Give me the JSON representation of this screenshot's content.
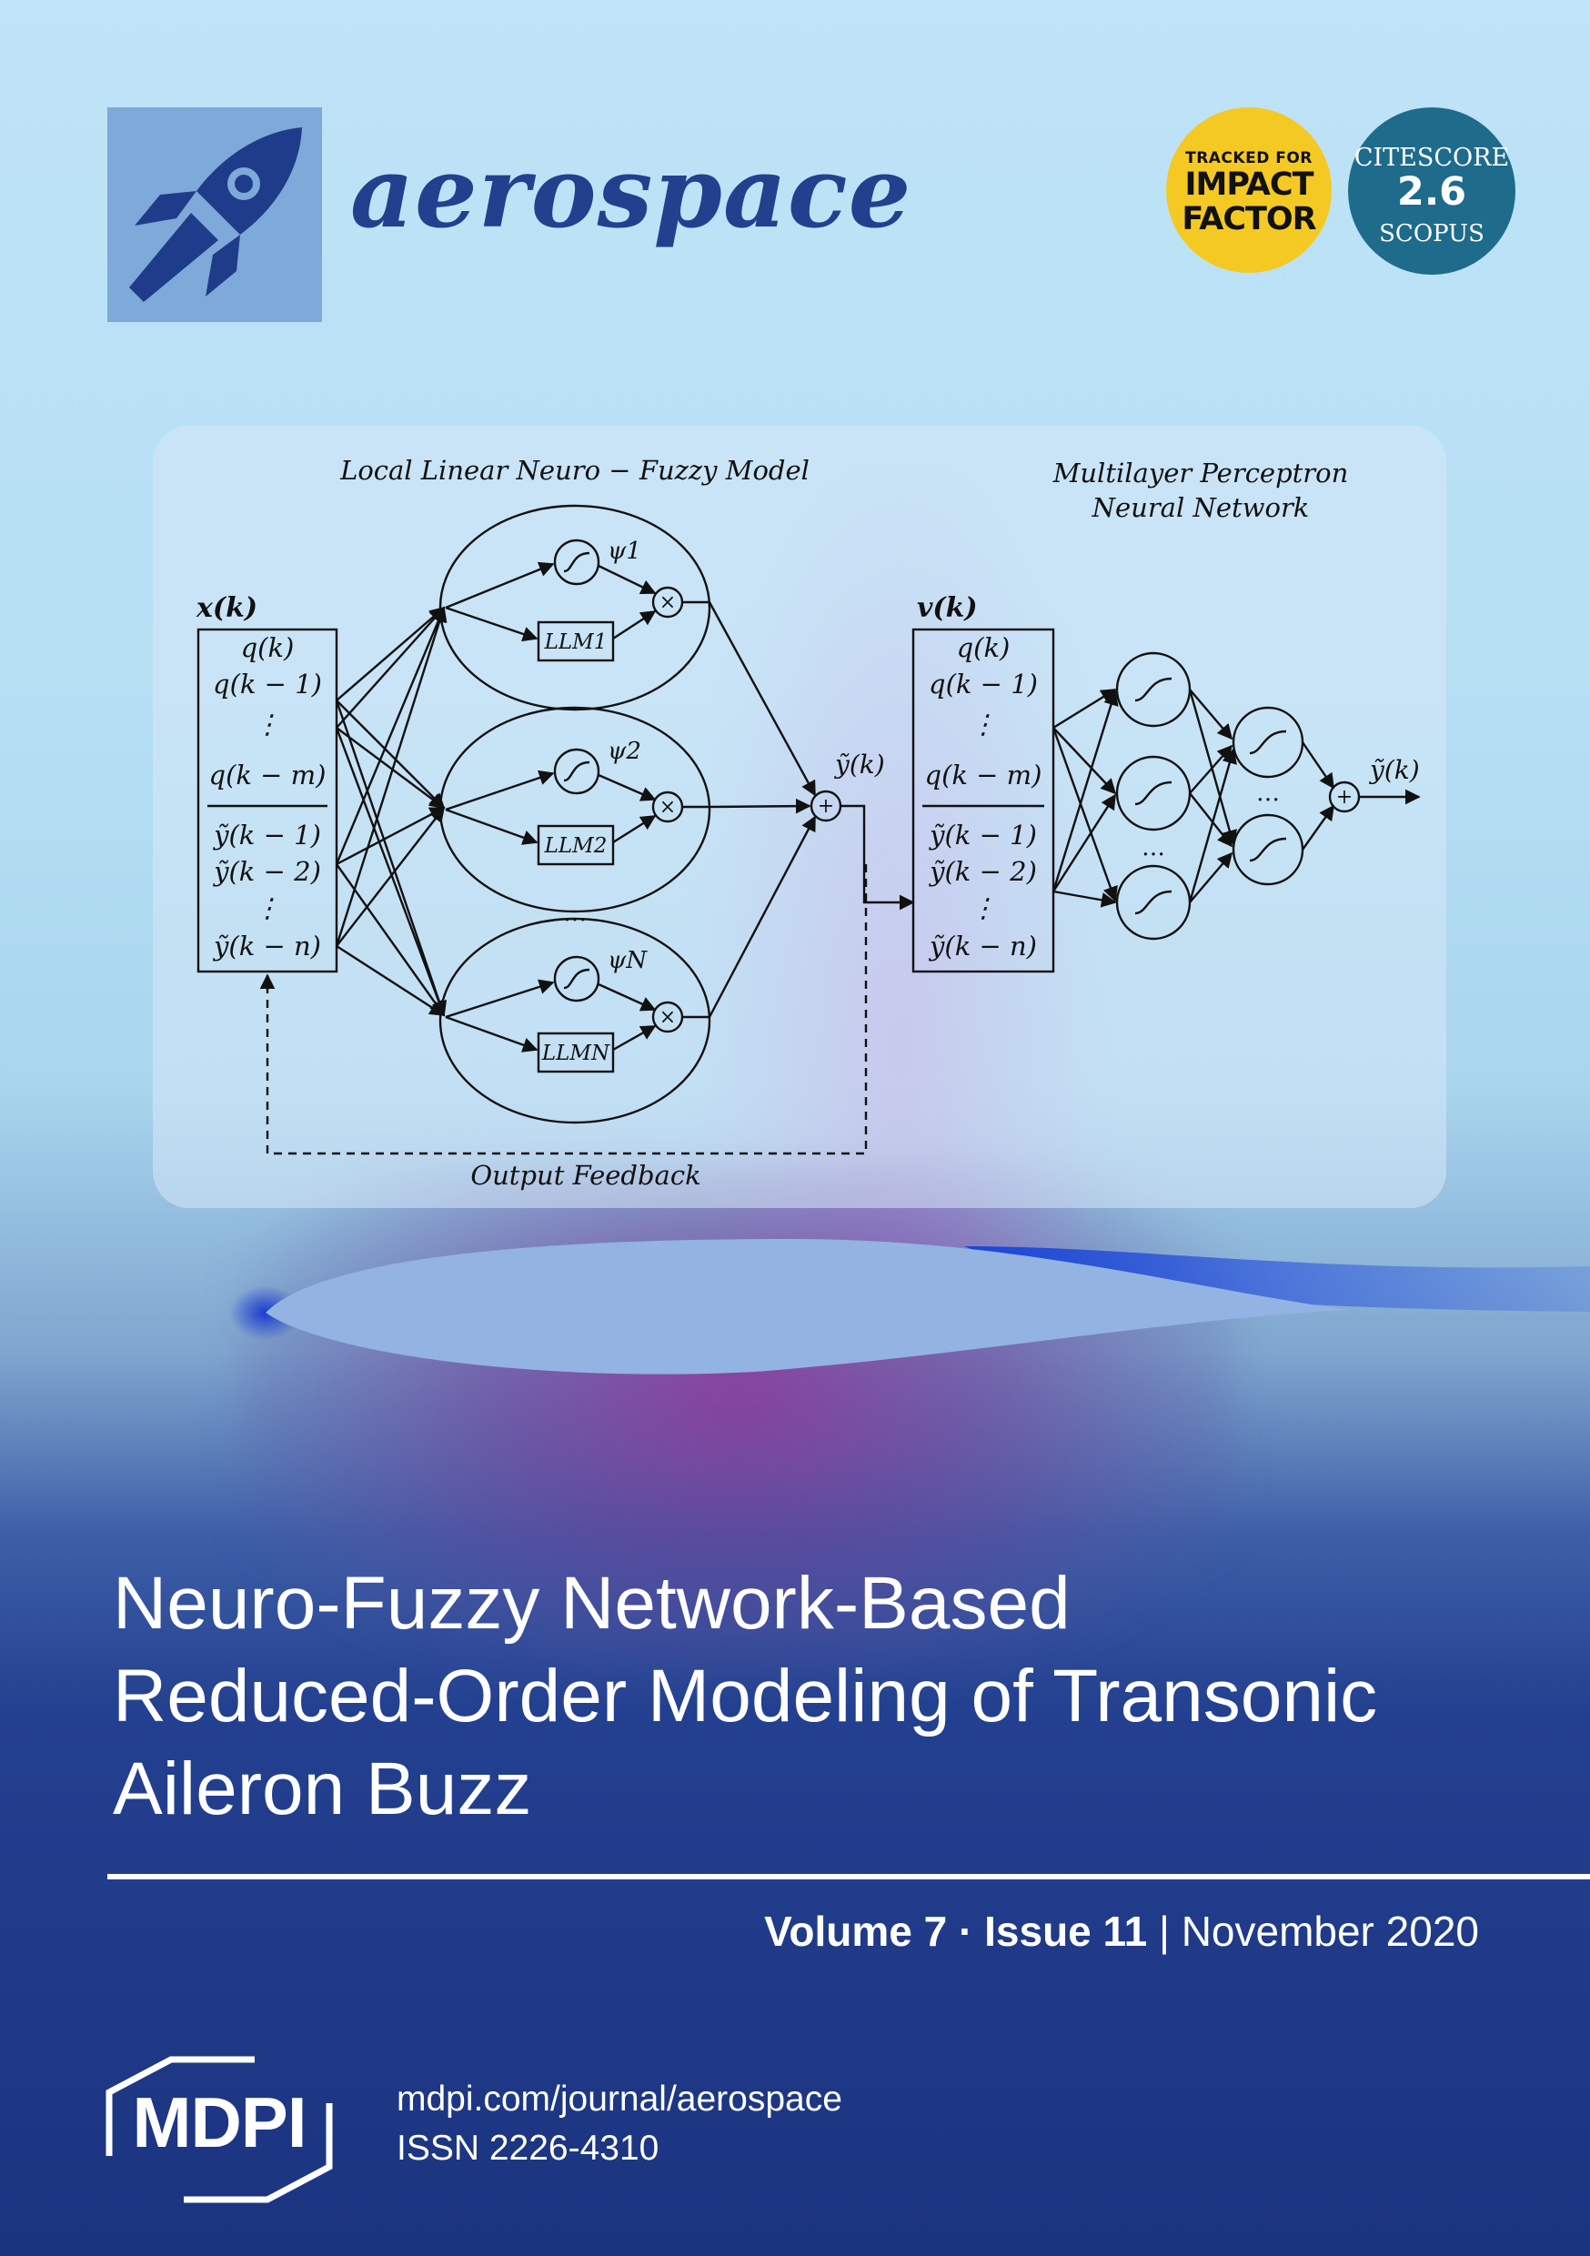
{
  "journal": {
    "name": "aerospace",
    "badge_impact": {
      "line1": "TRACKED FOR",
      "line2": "IMPACT",
      "line3": "FACTOR"
    },
    "badge_citescore": {
      "label": "CITESCORE",
      "value": "2.6",
      "source": "SCOPUS"
    }
  },
  "diagram": {
    "left_title": "Local Linear Neuro − Fuzzy Model",
    "right_title_line1": "Multilayer Perceptron",
    "right_title_line2": "Neural Network",
    "feedback_label": "Output Feedback",
    "input_vector_label": "x(k)",
    "input_items": [
      "q(k)",
      "q(k − 1)",
      "⋮",
      "q(k − m)",
      "ỹ(k − 1)",
      "ỹ(k − 2)",
      "⋮",
      "ỹ(k − n)"
    ],
    "hidden_vector_label": "v(k)",
    "hidden_items": [
      "q(k)",
      "q(k − 1)",
      "⋮",
      "q(k − m)",
      "ỹ(k − 1)",
      "ỹ(k − 2)",
      "⋮",
      "ỹ(k − n)"
    ],
    "neurons": [
      {
        "psi": "ψ1",
        "llm": "LLM1"
      },
      {
        "psi": "ψ2",
        "llm": "LLM2"
      },
      {
        "psi": "ψN",
        "llm": "LLMN"
      }
    ],
    "intermediate_output": "ỹ(k)",
    "final_output": "ỹ(k)",
    "ellipsis": "…"
  },
  "article": {
    "title_lines": [
      "Neuro-Fuzzy Network-Based",
      "Reduced-Order Modeling of Transonic",
      "Aileron Buzz"
    ]
  },
  "issue": {
    "volume": "Volume 7",
    "separator": "·",
    "issue": "Issue 11",
    "divider": "|",
    "date": "November 2020"
  },
  "publisher": {
    "name": "MDPI",
    "url": "mdpi.com/journal/aerospace",
    "issn": "ISSN 2226-4310"
  },
  "colors": {
    "navy": "#1b3480",
    "brand_blue": "#23408e",
    "impact_yellow": "#f5c923",
    "citescore_teal": "#1e6b8c"
  }
}
